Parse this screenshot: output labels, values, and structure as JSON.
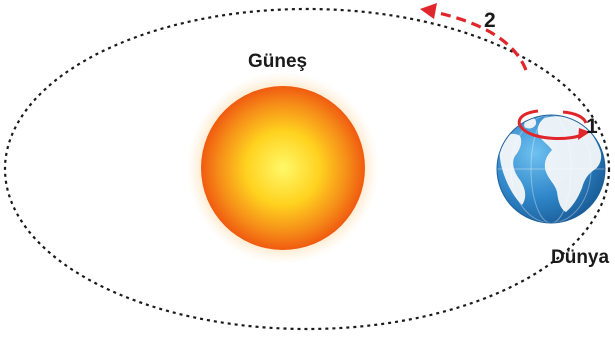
{
  "labels": {
    "sun": "Güneş",
    "earth": "Dünya",
    "rotation_number": "1",
    "revolution_number": "2"
  },
  "colors": {
    "orbit": "#1a1a1a",
    "arrow": "#e0252b",
    "sun_core": "#ffe84a",
    "sun_edge": "#f26a12",
    "ocean": "#2f86c9",
    "land": "#f4f7f9"
  },
  "icons": {
    "sun": "sun-icon",
    "earth": "globe-icon",
    "rotation": "rotation-arrow-icon",
    "revolution": "revolution-arrow-icon"
  }
}
